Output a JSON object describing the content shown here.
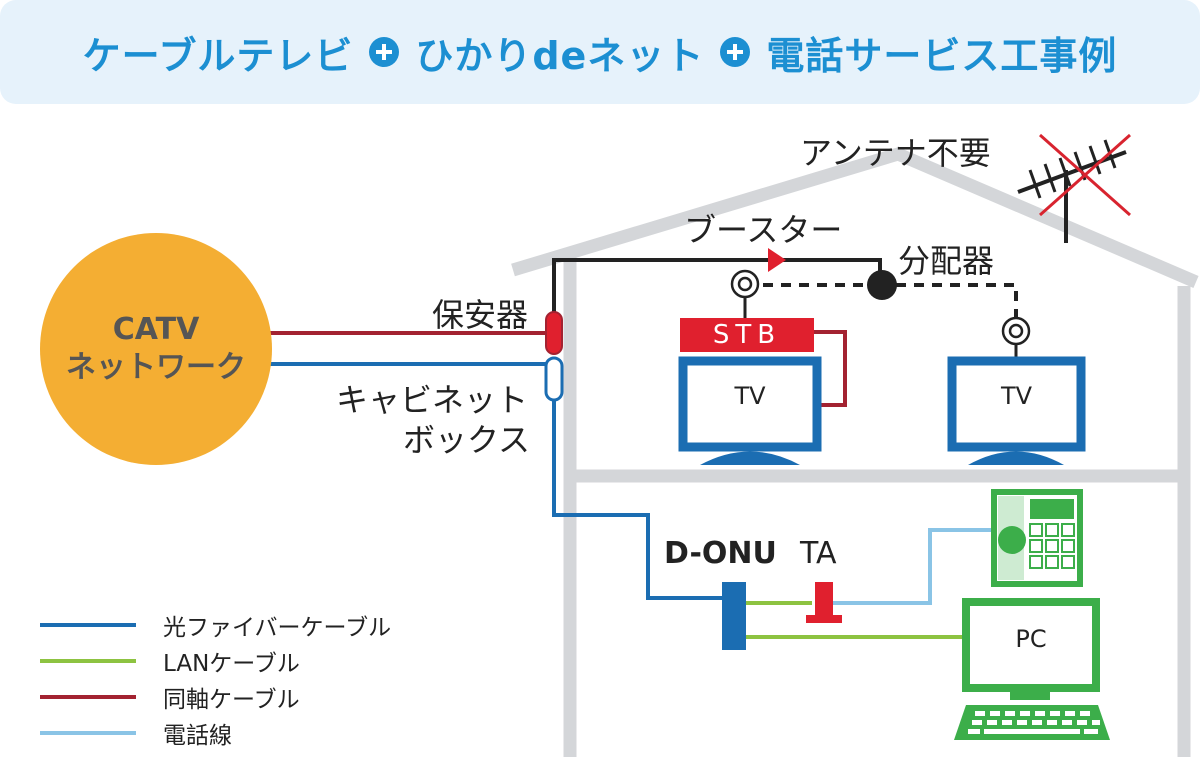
{
  "title": {
    "part1": "ケーブルテレビ",
    "part2": "ひかりdeネット",
    "part3": "電話サービス工事例"
  },
  "colors": {
    "title_blue": "#1c8fd2",
    "header_bg": "#e6f2fb",
    "catv_orange": "#f4ae33",
    "coax_red": "#a32231",
    "fiber_blue": "#1b6db2",
    "lan_green": "#8dc341",
    "phone_lightblue": "#8ac4e6",
    "house_gray": "#d4d6d9",
    "stb_red": "#e0202e",
    "tv_blue": "#1b6db2",
    "device_green": "#3cae4a"
  },
  "nodes": {
    "catv_line1": "CATV",
    "catv_line2": "ネットワーク",
    "antenna": "アンテナ不要",
    "booster": "ブースター",
    "splitter": "分配器",
    "protector": "保安器",
    "cabinet_line1": "キャビネット",
    "cabinet_line2": "ボックス",
    "stb": "STB",
    "tv1": "TV",
    "tv2": "TV",
    "donu": "D-ONU",
    "ta": "TA",
    "pc": "PC"
  },
  "legend": [
    {
      "label": "光ファイバーケーブル",
      "color": "#1b6db2"
    },
    {
      "label": "LANケーブル",
      "color": "#8dc341"
    },
    {
      "label": "同軸ケーブル",
      "color": "#a32231"
    },
    {
      "label": "電話線",
      "color": "#8ac4e6"
    }
  ]
}
